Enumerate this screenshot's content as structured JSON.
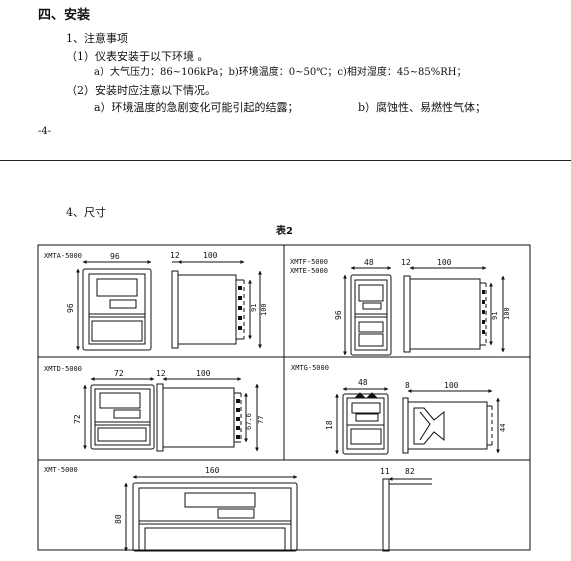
{
  "section4": {
    "heading": "四、安装",
    "item1": "1、注意事项",
    "sub1": "（1）仪表安装于以下环境 。",
    "env": "a）大气压力：86~106kPa；b)环境温度：0~50℃；c)相对湿度：45~85%RH；",
    "sub2": "（2）安装时应注意以下情况。",
    "cond_a": "a）环境温度的急剧变化可能引起的结露；",
    "cond_b": "b）腐蚀性、易燃性气体；"
  },
  "page_number": "-4-",
  "dimensions": {
    "heading": "4、尺寸",
    "table_title": "表2",
    "xmta": {
      "model": "XMTA-5000",
      "width": "96",
      "height": "96",
      "bezel": "12",
      "depth": "100",
      "body_h1": "91",
      "body_h2": "100"
    },
    "xmtf": {
      "model1": "XMTF-5000",
      "model2": "XMTE-5000",
      "width": "48",
      "height": "96",
      "bezel": "12",
      "depth": "100",
      "body_h1": "91",
      "body_h2": "100"
    },
    "xmtd": {
      "model": "XMTD-5000",
      "width": "72",
      "height": "72",
      "bezel": "12",
      "depth": "100",
      "body_h1": "67.6",
      "body_h2": "77"
    },
    "xmtg": {
      "model": "XMTG-5000",
      "width": "48",
      "height": "18",
      "bezel": "8",
      "depth": "100",
      "body_h": "44"
    },
    "xmt": {
      "model": "XMT-5000",
      "width": "160",
      "height": "80",
      "bezel": "11",
      "depth": "82"
    }
  }
}
